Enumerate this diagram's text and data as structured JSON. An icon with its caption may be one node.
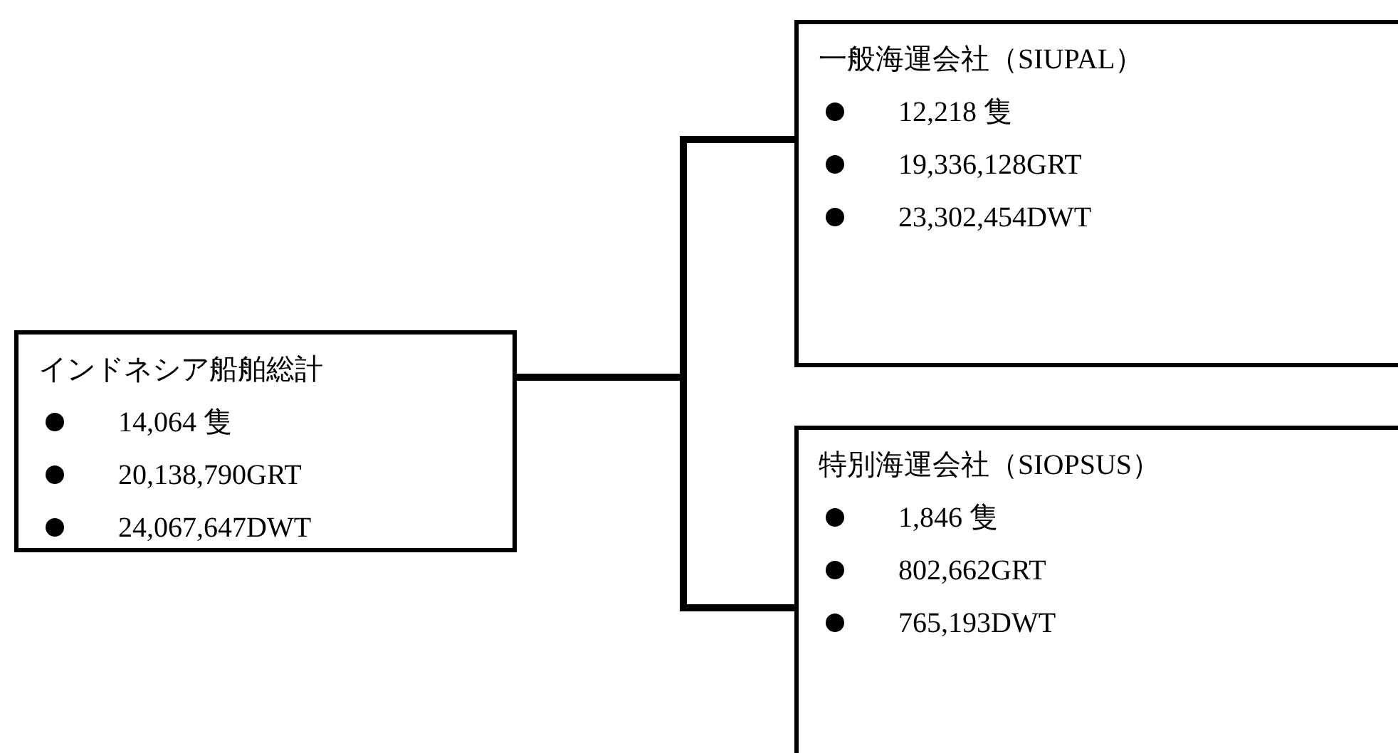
{
  "diagram": {
    "nodes": [
      {
        "text": [
          "インドネシア船舶総計",
          "14,064 隻",
          "20,138,790GRT",
          "24,067,647DWT"
        ]
      },
      {
        "text": [
          "一般海運会社（SIUPAL）",
          "12,218 隻",
          "19,336,128GRT",
          "23,302,454DWT"
        ]
      },
      {
        "text": [
          "特別海運会社（SIOPSUS）",
          "1,846 隻",
          "802,662GRT",
          "765,193DWT"
        ]
      }
    ],
    "edges": [
      {
        "from": 0,
        "to": 1,
        "arrow": "none"
      },
      {
        "from": 0,
        "to": 2,
        "arrow": "none"
      }
    ]
  }
}
